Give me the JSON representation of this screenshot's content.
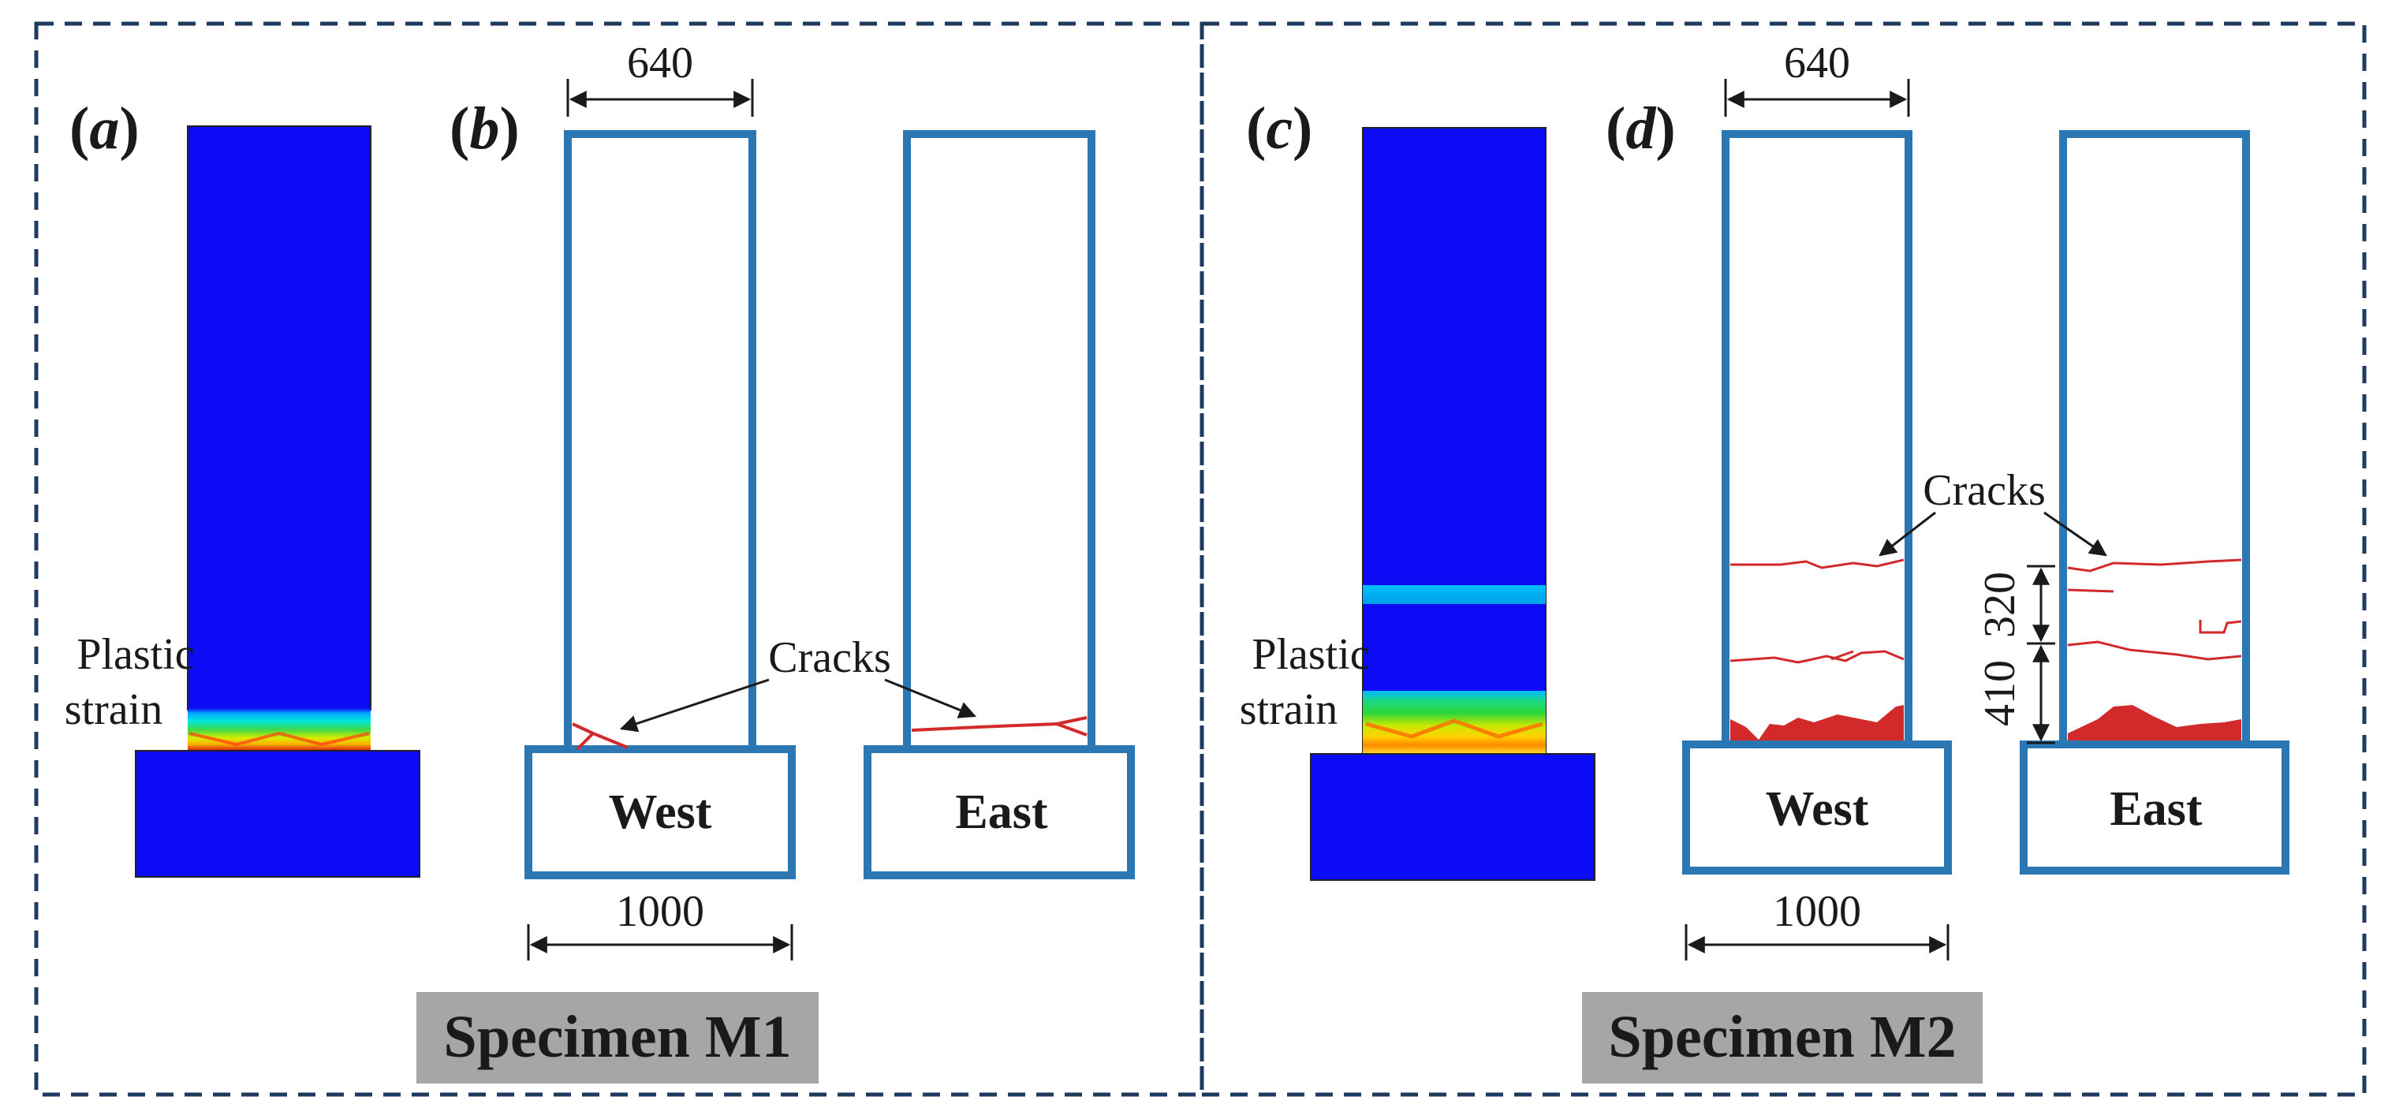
{
  "colors": {
    "frame_dashes": "#1f3a5f",
    "column_outline": "#2b77b4",
    "crack": "#d22a2a",
    "fe_blue": "#0b0bf5",
    "caption_bg": "#a6a6a6"
  },
  "specimen_m1": {
    "caption": "Specimen M1",
    "panel_a": {
      "letter_open": "(",
      "letter": "a",
      "letter_close": ")",
      "strain_label_1": "Plastic",
      "strain_label_2": "strain"
    },
    "panel_b": {
      "letter_open": "(",
      "letter": "b",
      "letter_close": ")",
      "width_top": "640",
      "width_base": "1000",
      "cracks_label": "Cracks",
      "west_label": "West",
      "east_label": "East"
    }
  },
  "specimen_m2": {
    "caption": "Specimen M2",
    "panel_c": {
      "letter_open": "(",
      "letter": "c",
      "letter_close": ")",
      "strain_label_1": "Plastic",
      "strain_label_2": "strain"
    },
    "panel_d": {
      "letter_open": "(",
      "letter": "d",
      "letter_close": ")",
      "width_top": "640",
      "width_base": "1000",
      "cracks_label": "Cracks",
      "west_label": "West",
      "east_label": "East",
      "dim_320": "320",
      "dim_410": "410"
    }
  }
}
